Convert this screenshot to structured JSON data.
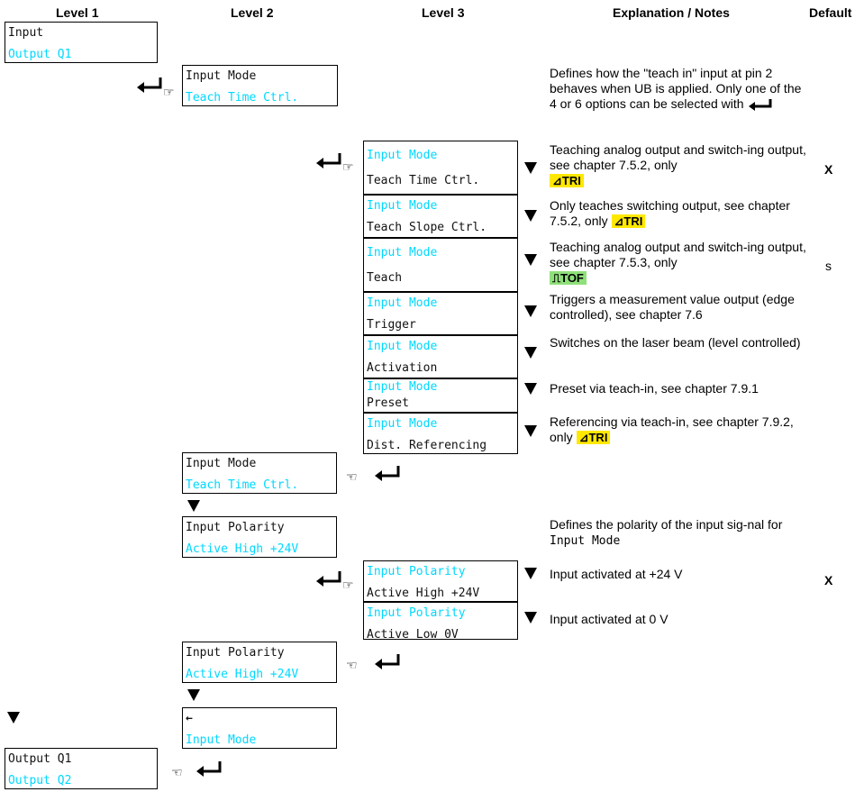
{
  "headers": {
    "level1": "Level 1",
    "level2": "Level 2",
    "level3": "Level 3",
    "notes": "Explanation / Notes",
    "default": "Default"
  },
  "level1_top": {
    "line1": "Input",
    "line2": "Output Q1"
  },
  "level1_bottom": {
    "line1": "Output Q1",
    "line2": "Output Q2"
  },
  "level2_input_mode_entry": {
    "line1": "Input Mode",
    "line2": "Teach Time Ctrl."
  },
  "level2_input_mode_return": {
    "line1": "Input Mode",
    "line2": "Teach Time Ctrl."
  },
  "level2_polarity_entry": {
    "line1": "Input Polarity",
    "line2": "Active High +24V"
  },
  "level2_polarity_return": {
    "line1": "Input Polarity",
    "line2": "Active High +24V"
  },
  "level2_back": {
    "line1": "←",
    "line2": "Input Mode"
  },
  "input_mode_note": {
    "text": "Defines how the \"teach in\" input at pin 2 behaves when UB is applied. Only one of the 4 or 6 options can be selected with"
  },
  "input_mode_options": [
    {
      "line1": "Input Mode",
      "line2": "Teach Time Ctrl.",
      "note": "Teaching analog output and switch-ing output, see chapter 7.5.2, only",
      "badge": "TRI",
      "default": "X"
    },
    {
      "line1": "Input Mode",
      "line2": "Teach Slope Ctrl.",
      "note": "Only teaches switching output, see chapter 7.5.2, only",
      "badge": "TRI",
      "default": ""
    },
    {
      "line1": "Input Mode",
      "line2": "Teach",
      "note": "Teaching analog output and switch-ing output, see chapter 7.5.3, only",
      "badge": "TOF",
      "default": "s"
    },
    {
      "line1": "Input Mode",
      "line2": "Trigger",
      "note": "Triggers a measurement value output (edge controlled), see chapter 7.6",
      "badge": "",
      "default": ""
    },
    {
      "line1": "Input Mode",
      "line2": "Activation",
      "note": "Switches on the laser beam (level controlled)",
      "badge": "",
      "default": ""
    },
    {
      "line1": "Input Mode",
      "line2": "Preset",
      "note": "Preset via teach-in, see chapter 7.9.1",
      "badge": "",
      "default": ""
    },
    {
      "line1": "Input Mode",
      "line2": "Dist. Referencing",
      "note": "Referencing via teach-in, see chapter 7.9.2, only",
      "badge": "TRI",
      "default": ""
    }
  ],
  "polarity_note": {
    "text": "Defines the polarity of the input sig-nal for",
    "code": "Input Mode"
  },
  "polarity_options": [
    {
      "line1": "Input Polarity",
      "line2": "Active High +24V",
      "note": "Input activated at +24 V",
      "default": "X"
    },
    {
      "line1": "Input Polarity",
      "line2": "Active Low 0V",
      "note": "Input activated at 0 V",
      "default": ""
    }
  ],
  "colors": {
    "highlight_text": "#00d8ff",
    "tri_badge": "#ffe800",
    "tof_badge": "#8fe07a"
  },
  "icons": [
    "enter-arrow-icon",
    "pointing-hand-icon",
    "down-triangle-icon",
    "back-arrow-icon"
  ]
}
